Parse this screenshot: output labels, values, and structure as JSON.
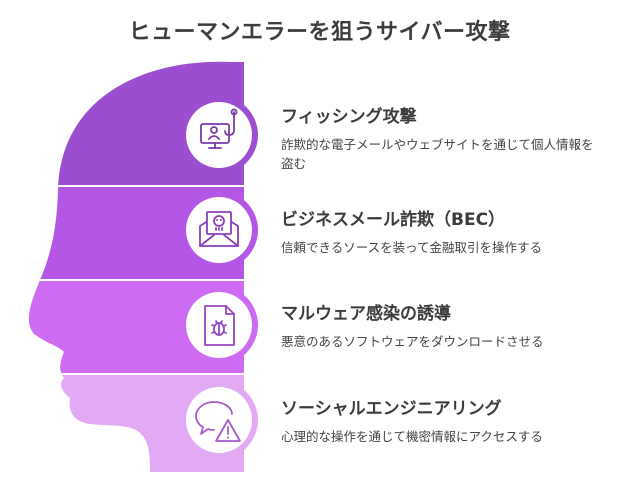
{
  "title": "ヒューマンエラーを狙うサイバー攻撃",
  "colors": {
    "band1": "#9b4fd0",
    "band2": "#b457e6",
    "band3": "#cd6bf3",
    "band4": "#e3a9f5",
    "circle_fill": "#ffffff"
  },
  "items": [
    {
      "heading": "フィッシング攻撃",
      "description": "詐欺的な電子メールやウェブサイトを通じて個人情報を盗む",
      "icon": "phishing-monitor-hook-icon"
    },
    {
      "heading": "ビジネスメール詐欺（BEC）",
      "description": "信頼できるソースを装って金融取引を操作する",
      "icon": "envelope-skull-icon"
    },
    {
      "heading": "マルウェア感染の誘導",
      "description": "悪意のあるソフトウェアをダウンロードさせる",
      "icon": "file-bug-icon"
    },
    {
      "heading": "ソーシャルエンジニアリング",
      "description": "心理的な操作を通じて機密情報にアクセスする",
      "icon": "chat-warning-icon"
    }
  ]
}
